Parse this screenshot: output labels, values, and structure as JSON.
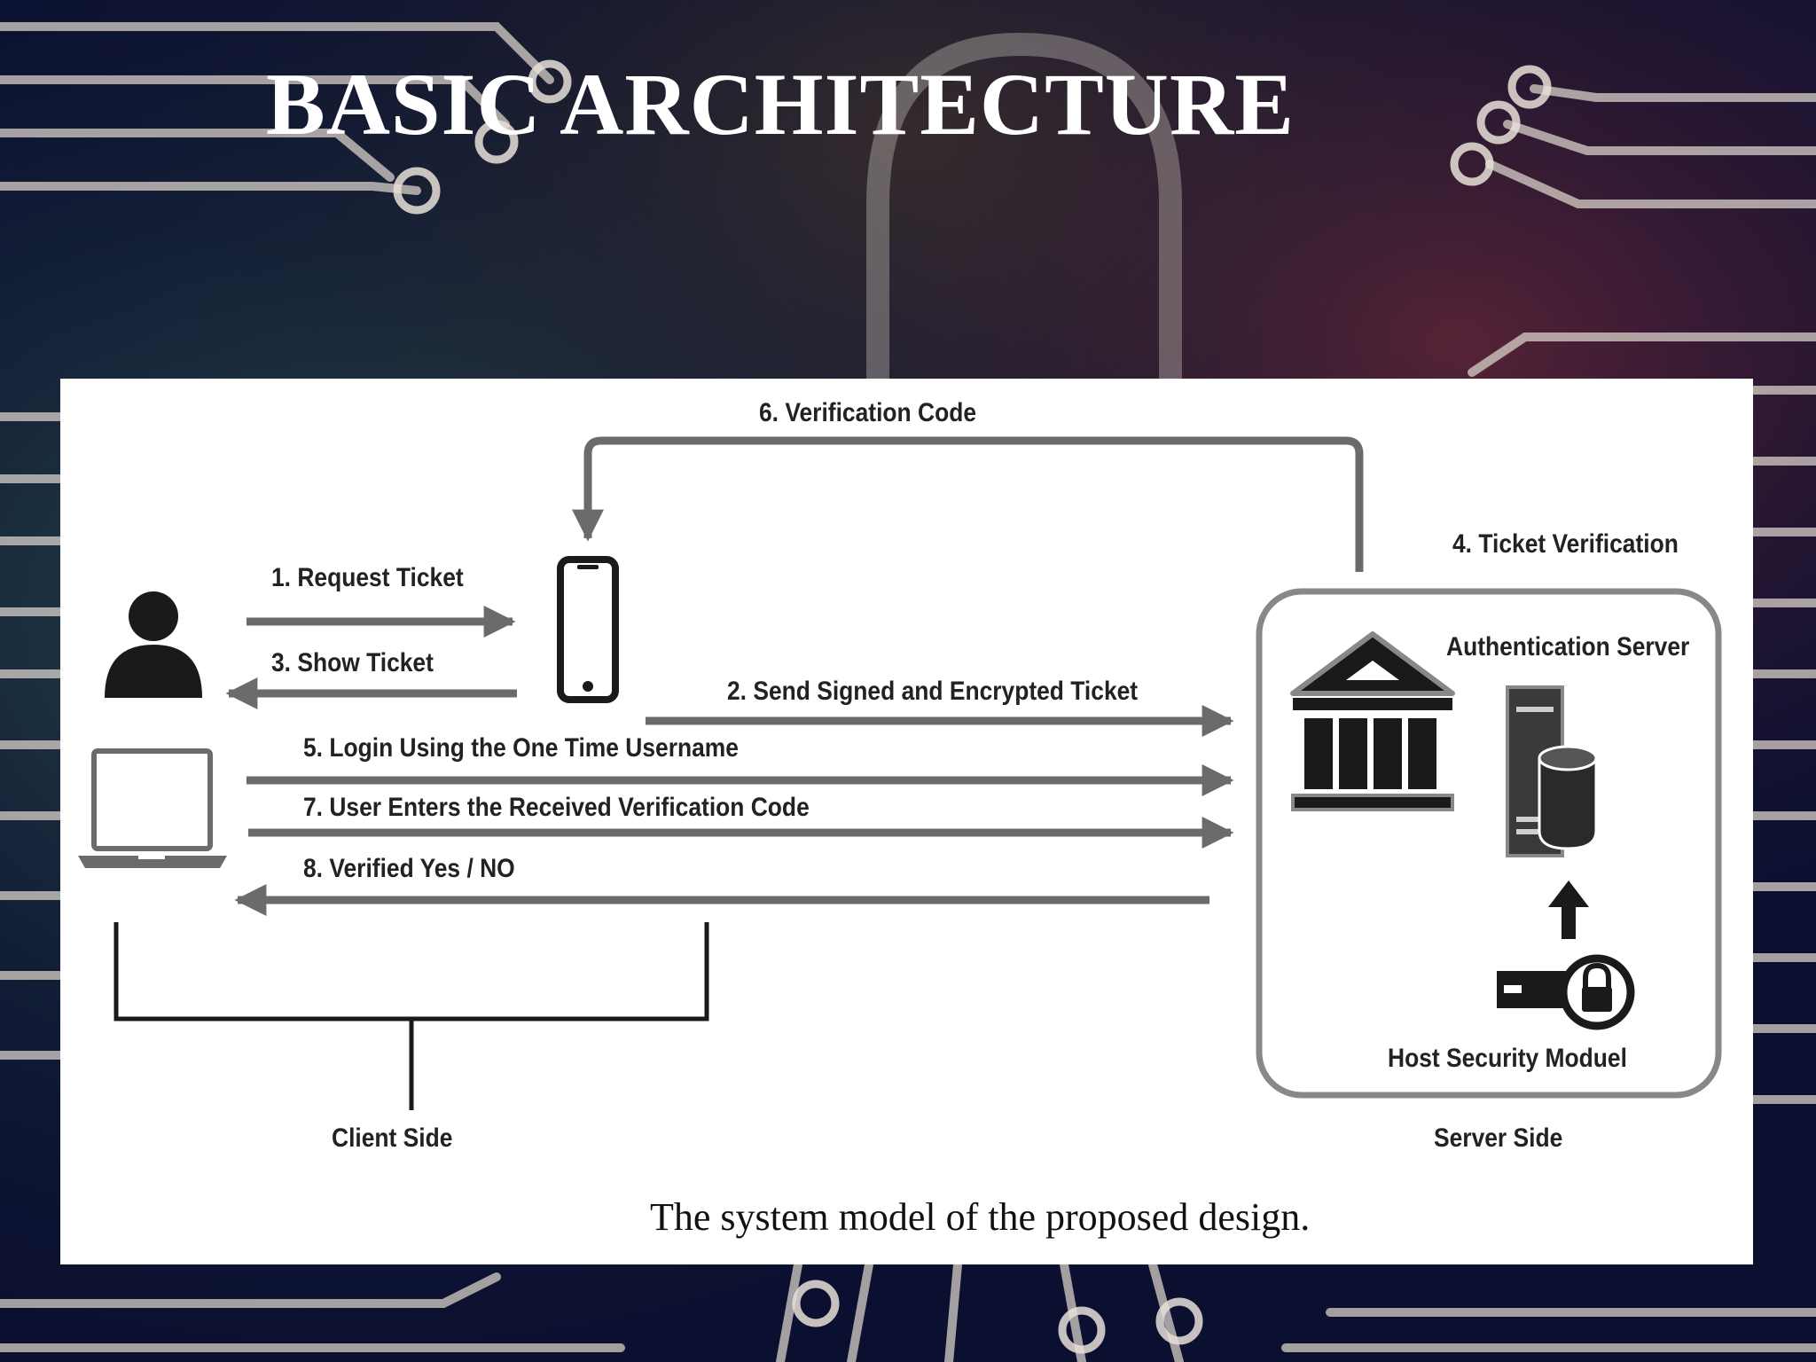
{
  "slide": {
    "title": "BASIC ARCHITECTURE"
  },
  "diagram": {
    "steps": {
      "request_ticket": "1. Request Ticket",
      "send_ticket": "2. Send Signed and Encrypted Ticket",
      "show_ticket": "3. Show Ticket",
      "ticket_verification": "4. Ticket Verification",
      "login": "5. Login Using the One Time Username",
      "verification_code": "6. Verification  Code",
      "user_enters_code": "7. User Enters the Received Verification Code",
      "verified": "8. Verified Yes / NO"
    },
    "components": {
      "authentication_server": "Authentication Server",
      "host_security_module": "Host Security Moduel"
    },
    "sides": {
      "client": "Client Side",
      "server": "Server Side"
    },
    "caption": "The system model of the proposed design.",
    "colors": {
      "arrow": "#6b6b6b",
      "icon": "#1a1a1a",
      "server_box": "#888888"
    }
  }
}
